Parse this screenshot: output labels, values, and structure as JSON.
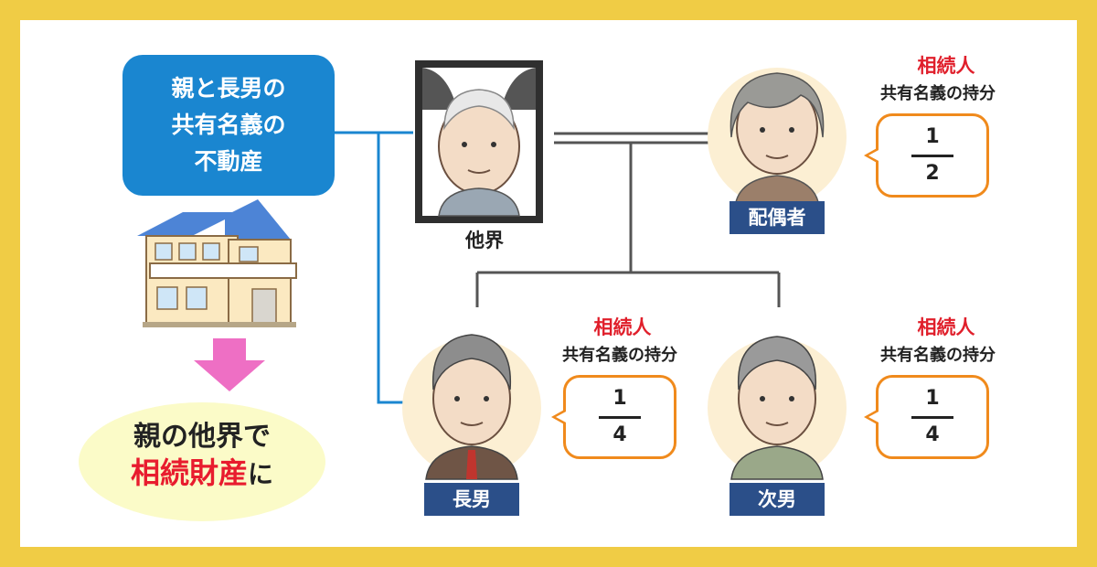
{
  "property": {
    "box_lines": [
      "親と長男の",
      "共有名義の",
      "不動産"
    ],
    "result_line1": "親の他界で",
    "result_line2_red": "相続財産",
    "result_line2_tail": "に"
  },
  "deceased": {
    "label": "他界"
  },
  "spouse": {
    "tag": "配偶者",
    "title": "相続人",
    "subtitle": "共有名義の持分",
    "share_num": "1",
    "share_den": "2"
  },
  "eldest_son": {
    "tag": "長男",
    "title": "相続人",
    "subtitle": "共有名義の持分",
    "share_num": "1",
    "share_den": "4"
  },
  "second_son": {
    "tag": "次男",
    "title": "相続人",
    "subtitle": "共有名義の持分",
    "share_num": "1",
    "share_den": "4"
  },
  "colors": {
    "border": "#f0cc45",
    "box_blue": "#1a86d0",
    "tag_navy": "#2b4f89",
    "heir_red": "#e01f2b",
    "bubble_orange": "#f08a1c",
    "arrow_pink": "#ee6fc4"
  }
}
